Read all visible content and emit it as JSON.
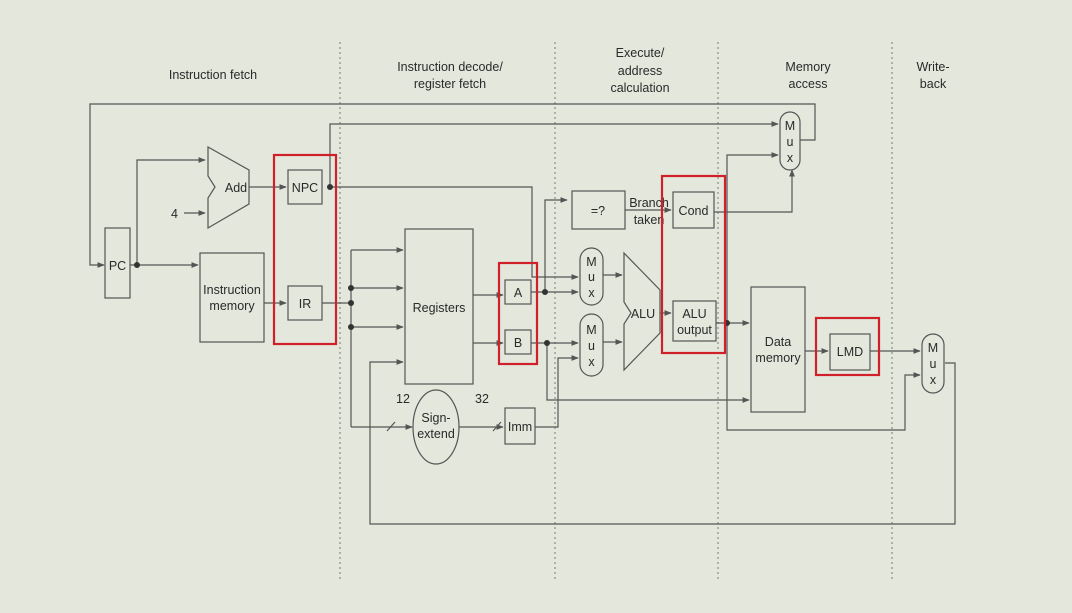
{
  "stages": [
    {
      "label": "Instruction fetch"
    },
    {
      "label": "Instruction decode/",
      "label2": "register fetch"
    },
    {
      "label": "Execute/",
      "label2": "address",
      "label3": "calculation"
    },
    {
      "label": "Memory",
      "label2": "access"
    },
    {
      "label": "Write-",
      "label2": "back"
    }
  ],
  "blocks": {
    "pc": "PC",
    "add": "Add",
    "four": "4",
    "npc": "NPC",
    "instruction_memory": {
      "line1": "Instruction",
      "line2": "memory"
    },
    "ir": "IR",
    "registers": "Registers",
    "a": "A",
    "b": "B",
    "sign_extend": {
      "line1": "Sign-",
      "line2": "extend"
    },
    "imm": "Imm",
    "width_in": "12",
    "width_out": "32",
    "compare": "=?",
    "branch_taken": {
      "line1": "Branch",
      "line2": "taken"
    },
    "cond": "Cond",
    "alu": "ALU",
    "alu_output": {
      "line1": "ALU",
      "line2": "output"
    },
    "data_memory": {
      "line1": "Data",
      "line2": "memory"
    },
    "lmd": "LMD",
    "mux_letters": [
      "M",
      "u",
      "x"
    ]
  },
  "highlight_color": "#d0212a"
}
